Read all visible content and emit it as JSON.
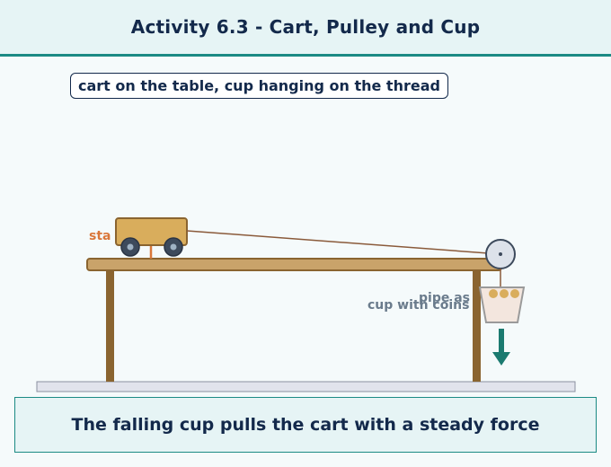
{
  "header": {
    "title": "Activity 6.3 - Cart, Pulley and Cup"
  },
  "stage": {
    "label": "cart on the table, cup hanging on the thread"
  },
  "labels": {
    "start": "sta",
    "pipe": "pipe as",
    "cup": "cup with coins"
  },
  "caption": {
    "text": "The falling cup pulls the cart with a steady force"
  },
  "colors": {
    "accent": "#1b8a84",
    "heading": "#13294b",
    "table_wood": "#c9a36a",
    "table_legs": "#8a6430",
    "cart_body": "#d9ad5c",
    "thread": "#8a5a3a",
    "label_orange": "#d9773a",
    "label_gray": "#6a7b8c",
    "arrow": "#1b7a70"
  },
  "icons": {
    "pulley": "pulley-icon",
    "cart": "cart-icon",
    "cup": "cup-icon",
    "arrow": "down-arrow-icon"
  }
}
